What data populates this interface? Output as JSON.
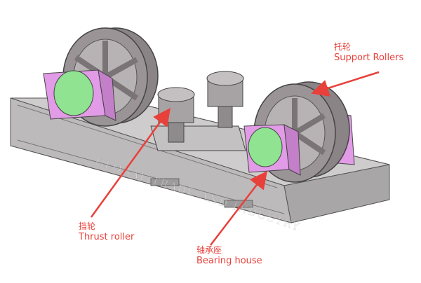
{
  "colors": {
    "label_text": "#e8403a",
    "arrow": "#e8403a",
    "wheel": "#8a8487",
    "base": "#c9c6c8",
    "housing": "#e29be6",
    "cap": "#8fe391",
    "thrust_body": "#a7a3a4"
  },
  "labels": {
    "support_rollers": {
      "zh": "托轮",
      "en": "Support Rollers"
    },
    "thrust_roller": {
      "zh": "挡轮",
      "en": "Thrust roller"
    },
    "bearing_house": {
      "zh": "轴承座",
      "en": "Bearing house"
    }
  },
  "watermark": {
    "text": "GLOBAL TRADE AND INDUSTRY"
  }
}
